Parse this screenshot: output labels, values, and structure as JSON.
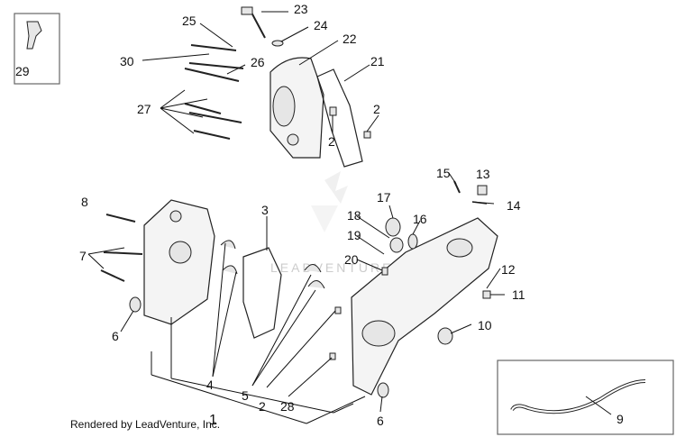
{
  "labels": {
    "l23": "23",
    "l25": "25",
    "l24": "24",
    "l22": "22",
    "l21": "21",
    "l30": "30",
    "l26": "26",
    "l27": "27",
    "l2a": "2",
    "l2b": "2",
    "l15": "15",
    "l13": "13",
    "l14": "14",
    "l17": "17",
    "l16": "16",
    "l18": "18",
    "l19": "19",
    "l20": "20",
    "l8": "8",
    "l3": "3",
    "l7": "7",
    "l12": "12",
    "l11": "11",
    "l6a": "6",
    "l10": "10",
    "l4": "4",
    "l5": "5",
    "l2c": "2",
    "l28": "28",
    "l6b": "6",
    "l29": "29",
    "l9": "9"
  },
  "footer": {
    "text": "Rendered by LeadVenture, Inc.",
    "number": "1"
  },
  "watermark": "LEADVENTURE"
}
